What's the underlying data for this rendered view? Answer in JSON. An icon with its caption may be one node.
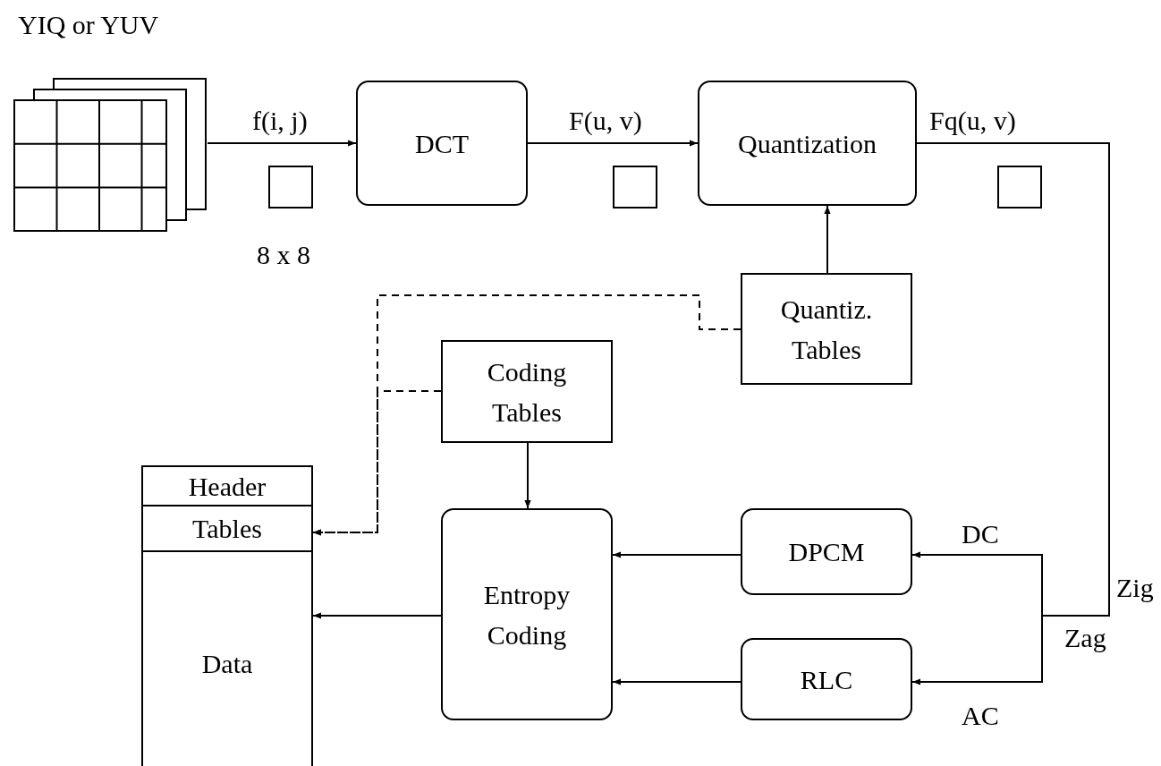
{
  "diagram": {
    "nodes": [
      {
        "text": [
          "YIQ or YUV"
        ]
      },
      {
        "text": [],
        "shape": "box",
        "beside": [
          "8 x 8"
        ]
      },
      {
        "text": [
          "DCT"
        ]
      },
      {
        "text": [],
        "shape": "box"
      },
      {
        "text": [
          "Quantization"
        ]
      },
      {
        "text": [],
        "shape": "box"
      },
      {
        "text": [
          "Quantiz. Tables"
        ]
      },
      {
        "text": [
          "Coding Tables"
        ]
      },
      {
        "text": [
          "Header"
        ]
      },
      {
        "text": [
          "Tables"
        ]
      },
      {
        "text": [
          "Data"
        ]
      },
      {
        "text": [
          "Entropy Coding"
        ]
      },
      {
        "text": [
          "DPCM"
        ]
      },
      {
        "text": [
          "RLC"
        ]
      }
    ],
    "edges": [
      {
        "from": 0,
        "to": 2,
        "arrow": "to",
        "label": "f(i, j)"
      },
      {
        "from": 2,
        "to": 4,
        "arrow": "to",
        "label": "F(u, v)"
      },
      {
        "from": 6,
        "to": 4,
        "arrow": "to"
      },
      {
        "from": 6,
        "to": 9,
        "arrow": "to",
        "style": "dashed"
      },
      {
        "from": 7,
        "to": 9,
        "arrow": "to",
        "style": "dashed"
      },
      {
        "from": 7,
        "to": 11,
        "arrow": "to"
      },
      {
        "from": 4,
        "to": 12,
        "arrow": "to",
        "label": "DC"
      },
      {
        "from": 4,
        "to": 13,
        "arrow": "to",
        "label": "AC"
      },
      {
        "from": 12,
        "to": 11,
        "arrow": "to"
      },
      {
        "from": 13,
        "to": 11,
        "arrow": "to"
      },
      {
        "from": 11,
        "to": 10,
        "arrow": "to"
      }
    ],
    "labels": [
      "Fq(u, v)",
      "Zig",
      "Zag"
    ]
  }
}
